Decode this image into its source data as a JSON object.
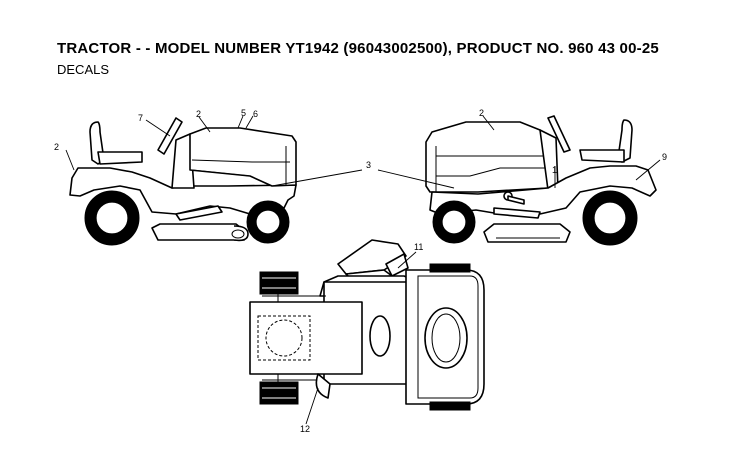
{
  "header": {
    "title": "TRACTOR - - MODEL NUMBER YT1942 (96043002500), PRODUCT NO. 960 43 00-25",
    "subtitle": "DECALS"
  },
  "callouts": {
    "c1": "1",
    "c2a": "2",
    "c2b": "2",
    "c2c": "2",
    "c3": "3",
    "c5": "5",
    "c6": "6",
    "c7": "7",
    "c9": "9",
    "c11": "11",
    "c12": "12"
  }
}
